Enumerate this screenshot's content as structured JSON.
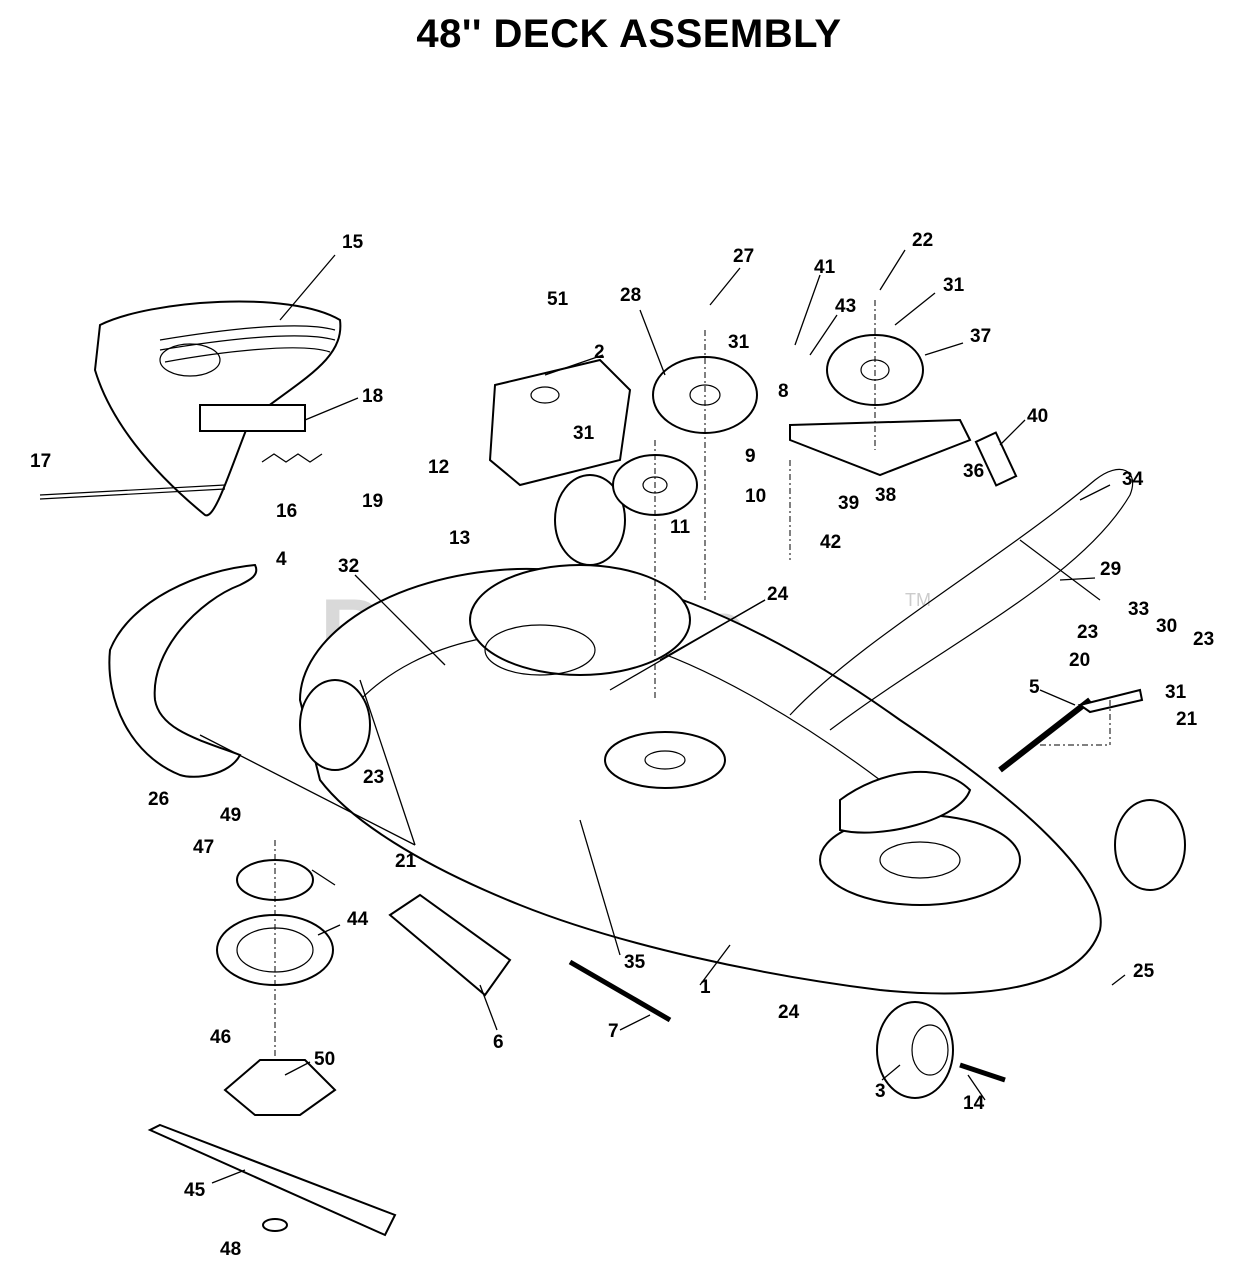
{
  "title": "48'' DECK ASSEMBLY",
  "watermark": "PartsTree",
  "trademark": "TM",
  "callouts": [
    {
      "label": "15"
    },
    {
      "label": "18"
    },
    {
      "label": "17"
    },
    {
      "label": "16"
    },
    {
      "label": "19"
    },
    {
      "label": "51"
    },
    {
      "label": "2"
    },
    {
      "label": "28"
    },
    {
      "label": "27"
    },
    {
      "label": "31"
    },
    {
      "label": "8"
    },
    {
      "label": "31"
    },
    {
      "label": "41"
    },
    {
      "label": "43"
    },
    {
      "label": "22"
    },
    {
      "label": "31"
    },
    {
      "label": "37"
    },
    {
      "label": "40"
    },
    {
      "label": "36"
    },
    {
      "label": "38"
    },
    {
      "label": "9"
    },
    {
      "label": "10"
    },
    {
      "label": "39"
    },
    {
      "label": "11"
    },
    {
      "label": "42"
    },
    {
      "label": "12"
    },
    {
      "label": "13"
    },
    {
      "label": "34"
    },
    {
      "label": "29"
    },
    {
      "label": "4"
    },
    {
      "label": "32"
    },
    {
      "label": "24"
    },
    {
      "label": "33"
    },
    {
      "label": "23"
    },
    {
      "label": "30"
    },
    {
      "label": "23"
    },
    {
      "label": "20"
    },
    {
      "label": "5"
    },
    {
      "label": "31"
    },
    {
      "label": "21"
    },
    {
      "label": "26"
    },
    {
      "label": "23"
    },
    {
      "label": "49"
    },
    {
      "label": "47"
    },
    {
      "label": "21"
    },
    {
      "label": "44"
    },
    {
      "label": "35"
    },
    {
      "label": "1"
    },
    {
      "label": "25"
    },
    {
      "label": "24"
    },
    {
      "label": "6"
    },
    {
      "label": "7"
    },
    {
      "label": "46"
    },
    {
      "label": "50"
    },
    {
      "label": "3"
    },
    {
      "label": "14"
    },
    {
      "label": "45"
    },
    {
      "label": "48"
    }
  ]
}
